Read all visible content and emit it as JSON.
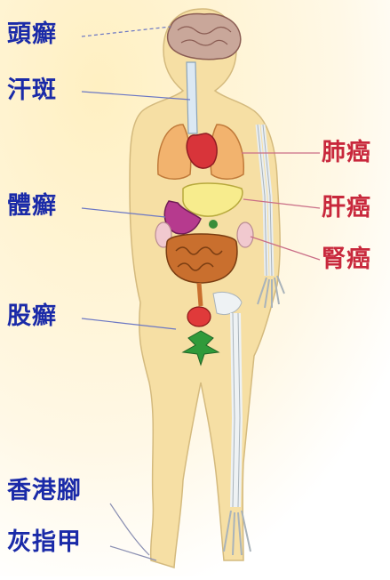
{
  "labels": {
    "left": [
      "頭癬",
      "汗斑",
      "體癬",
      "股癬",
      "香港腳",
      "灰指甲"
    ],
    "right": [
      "肺癌",
      "肝癌",
      "腎癌"
    ]
  },
  "colors": {
    "left_label": "#1a2aa8",
    "right_label": "#c8283c",
    "body_fill": "#f6dfa4",
    "background_glow": "#fff1c9"
  }
}
